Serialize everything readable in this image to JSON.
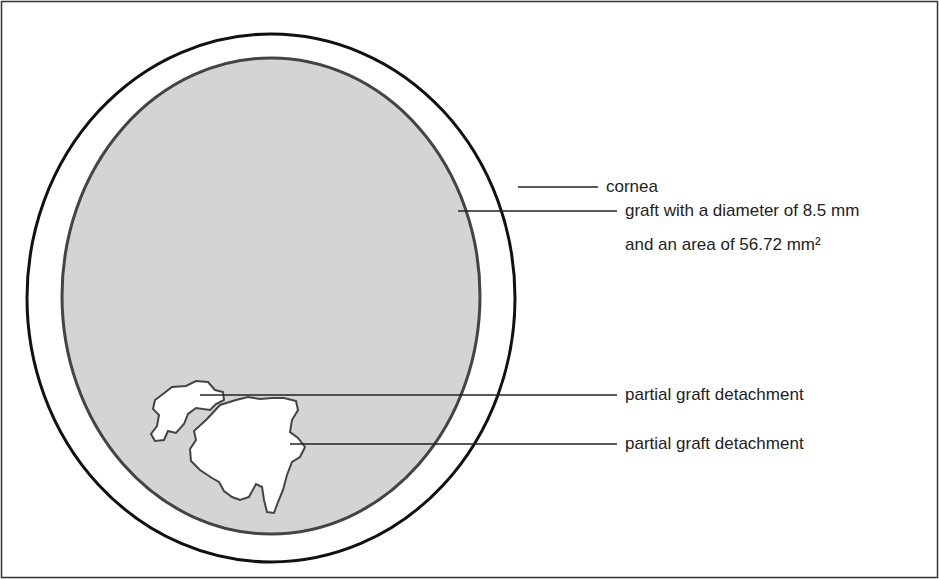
{
  "diagram": {
    "labels": [
      "cornea",
      "graft with a diameter of 8.5 mm and an area of 56.72 mm²",
      "partial graft detachment",
      "partial graft detachment"
    ]
  }
}
